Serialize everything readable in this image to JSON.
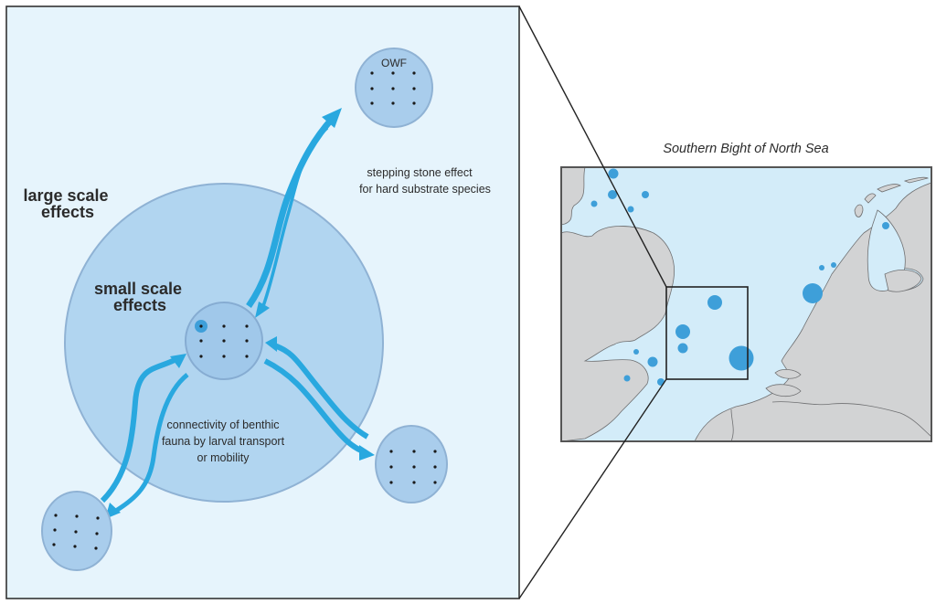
{
  "diagram": {
    "left_panel": {
      "large_scale_label": [
        "large scale",
        "effects"
      ],
      "small_scale_label": [
        "small scale",
        "effects"
      ],
      "owf_label": "OWF",
      "stepping_stone_label": [
        "stepping stone effect",
        "for hard substrate species"
      ],
      "connectivity_label": [
        "connectivity of benthic",
        "fauna by larval transport",
        "or mobility"
      ],
      "sites": [
        {
          "id": "owf-site",
          "label": "OWF"
        },
        {
          "id": "central-site",
          "label": ""
        },
        {
          "id": "right-site",
          "label": ""
        },
        {
          "id": "left-site",
          "label": ""
        }
      ],
      "arrows": [
        {
          "from": "central-site",
          "to": "owf-site",
          "style": "thick"
        },
        {
          "from": "owf-site",
          "to": "central-site",
          "style": "thin"
        },
        {
          "from": "central-site",
          "to": "left-site",
          "style": "thin"
        },
        {
          "from": "left-site",
          "to": "central-site",
          "style": "thick"
        },
        {
          "from": "central-site",
          "to": "right-site",
          "style": "thick"
        },
        {
          "from": "right-site",
          "to": "central-site",
          "style": "thick"
        }
      ]
    },
    "right_panel": {
      "title": "Southern Bight of North Sea",
      "wind_farm_markers_count": 17
    },
    "colors": {
      "panel_bg": "#e6f4fc",
      "sea": "#d3ecf9",
      "land": "#d2d3d4",
      "large_circle": "#b0d4ef",
      "site_circle": "#a9cdec",
      "arrow": "#29a8df",
      "marker": "#3e9fd9",
      "border": "#333333"
    }
  }
}
